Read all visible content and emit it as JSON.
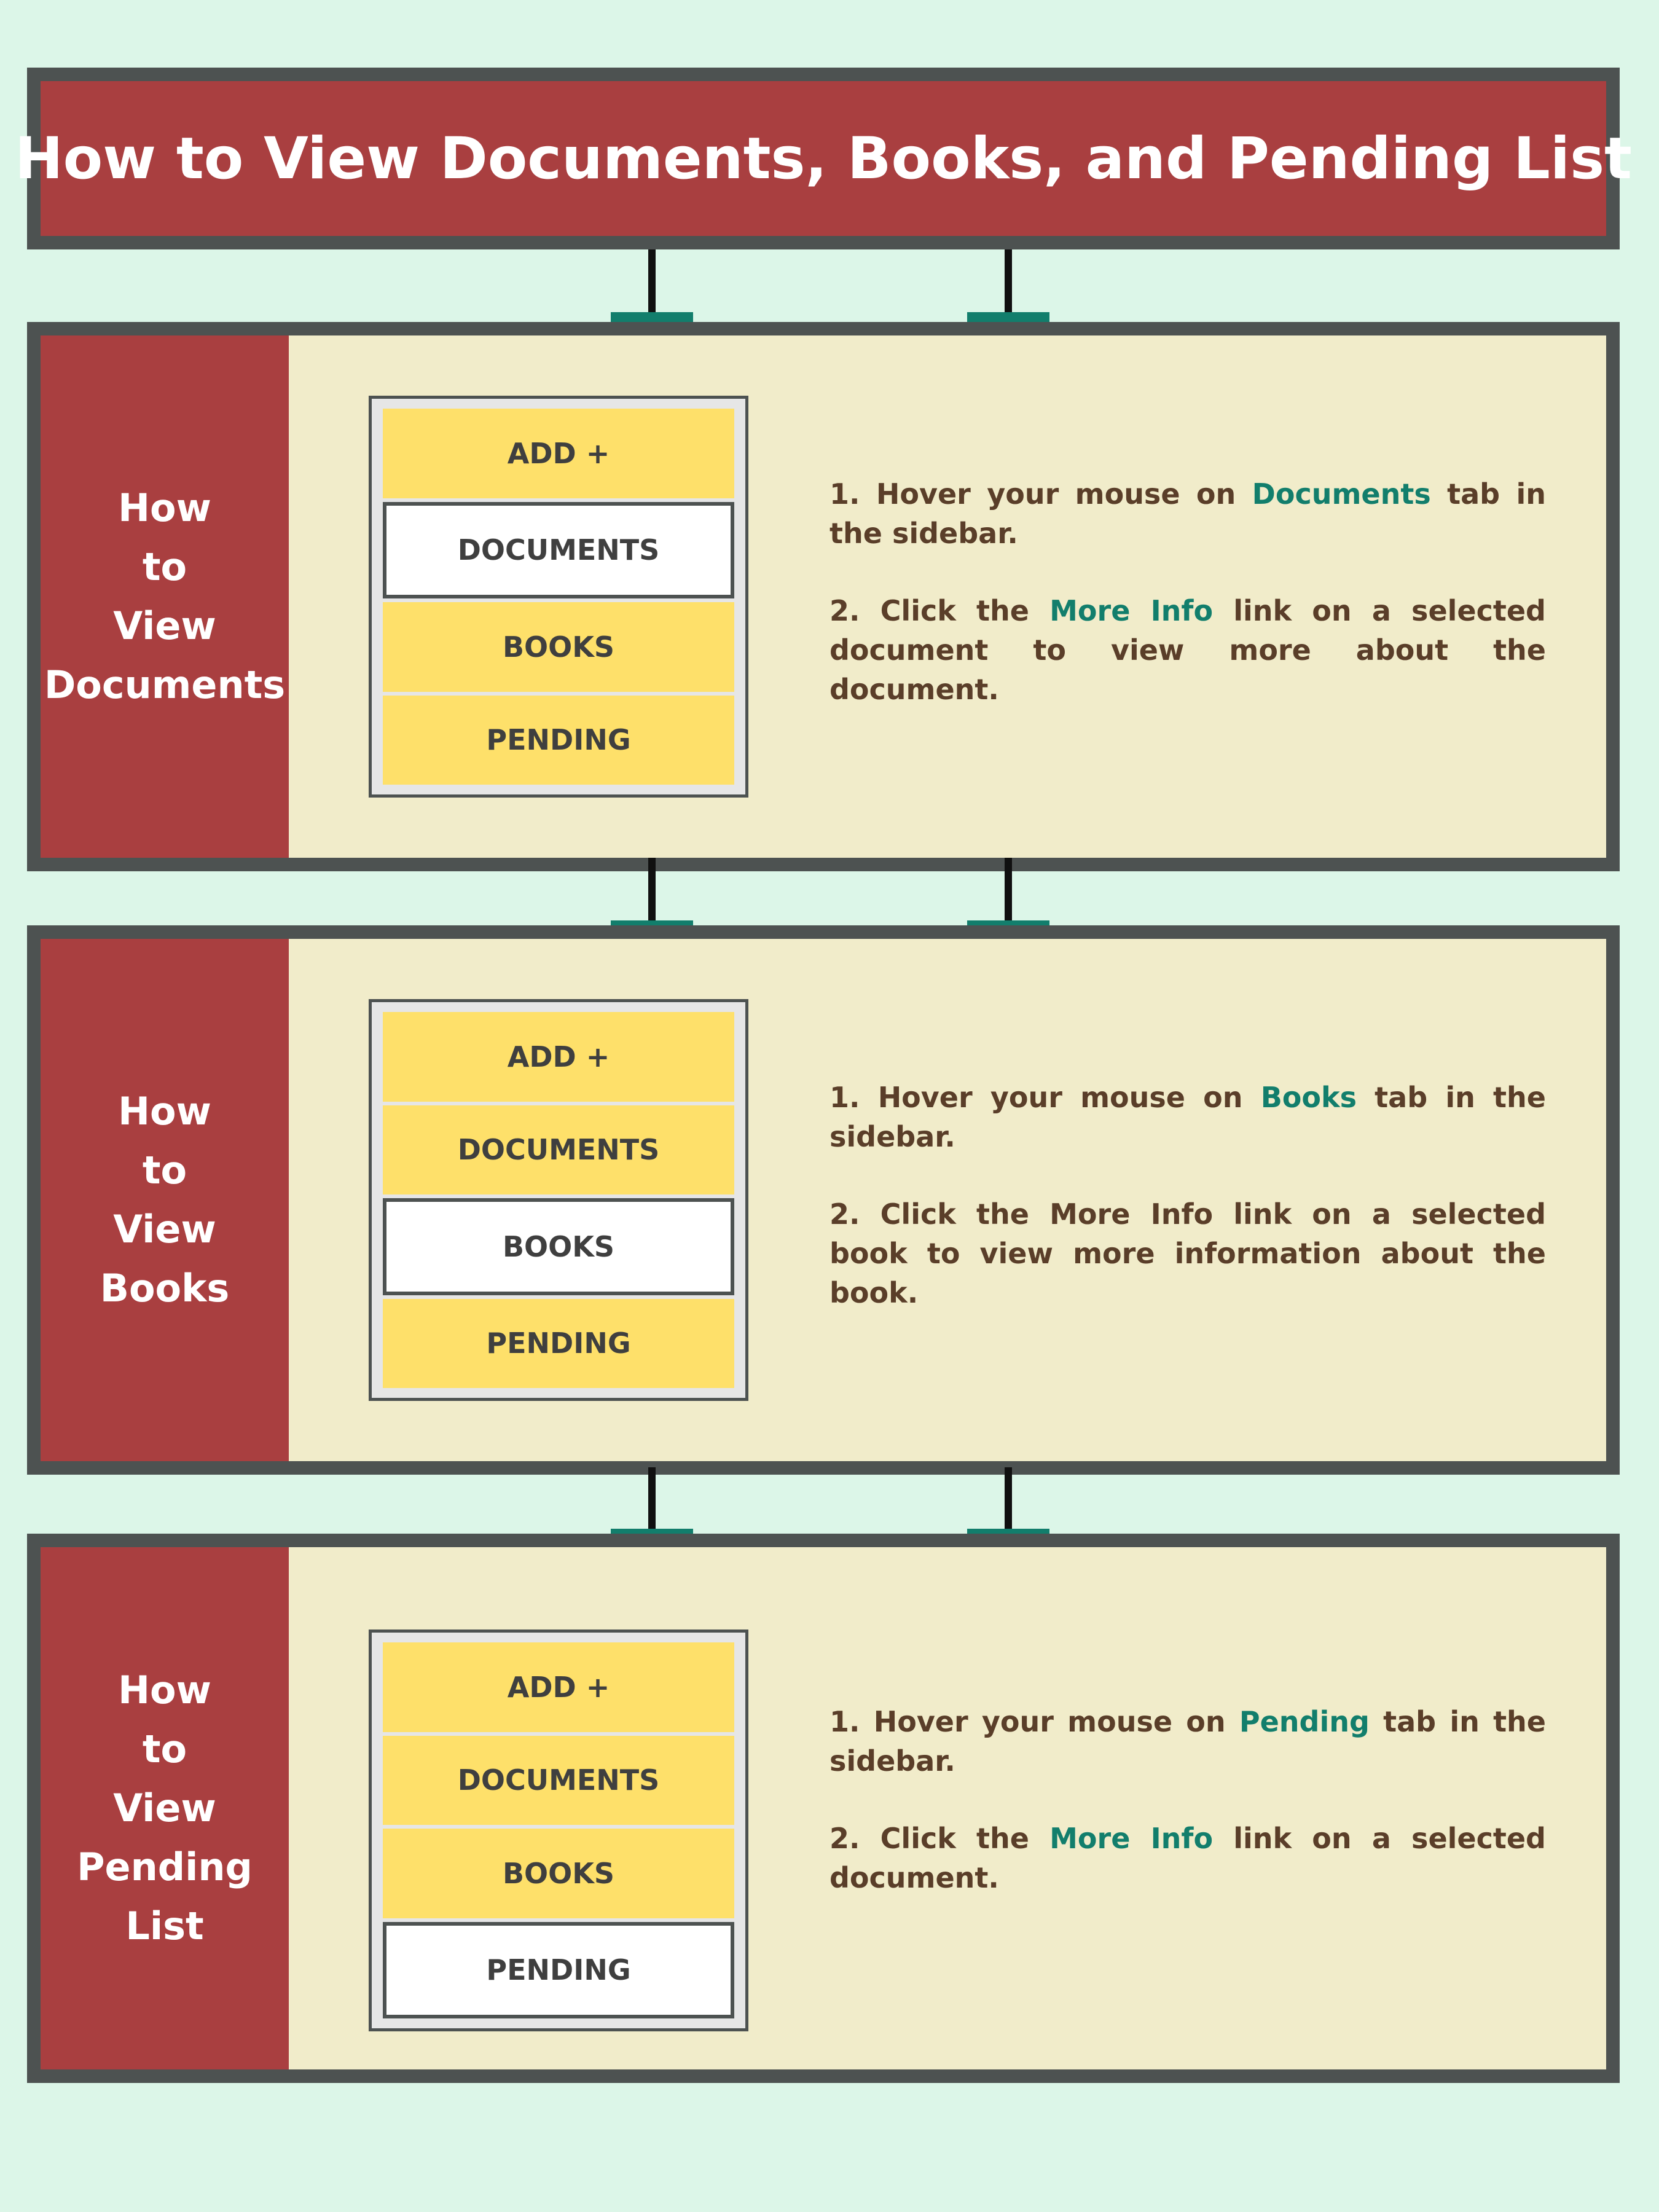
{
  "title": "How to View Documents, Books, and Pending List",
  "colors": {
    "background": "#dcf6e8",
    "title_red": "#a93f40",
    "frame_gray": "#4d5251",
    "panel_cream": "#f1ecca",
    "menu_yellow": "#fee06a",
    "tab_teal": "#127e6c",
    "step_text": "#5a3e29",
    "highlight": "#127e6c"
  },
  "sections": [
    {
      "side_label": [
        "How",
        "to",
        "View",
        "Documents"
      ],
      "menu_items": [
        "ADD +",
        "DOCUMENTS",
        "BOOKS",
        "PENDING"
      ],
      "active_item": "DOCUMENTS",
      "step1": {
        "a": "1. Hover your mouse on ",
        "hl": "Documents",
        "b": " tab in the sidebar."
      },
      "step2": {
        "a": "2. Click the ",
        "hl": "More Info",
        "b": " link on a selected document to view more about the document."
      }
    },
    {
      "side_label": [
        "How",
        "to",
        "View",
        "Books"
      ],
      "menu_items": [
        "ADD +",
        "DOCUMENTS",
        "BOOKS",
        "PENDING"
      ],
      "active_item": "BOOKS",
      "step1": {
        "a": "1. Hover your mouse on ",
        "hl": "Books",
        "b": " tab in the sidebar."
      },
      "step2": {
        "a": "2. Click the More Info link on a selected book to view more information about the book.",
        "hl": "",
        "b": ""
      }
    },
    {
      "side_label": [
        "How",
        "to",
        "View",
        "Pending",
        "List"
      ],
      "menu_items": [
        "ADD +",
        "DOCUMENTS",
        "BOOKS",
        "PENDING"
      ],
      "active_item": "PENDING",
      "step1": {
        "a": "1. Hover your mouse on ",
        "hl": "Pending",
        "b": " tab in the sidebar."
      },
      "step2": {
        "a": "2. Click the ",
        "hl": "More Info",
        "b": " link on a selected document."
      }
    }
  ]
}
